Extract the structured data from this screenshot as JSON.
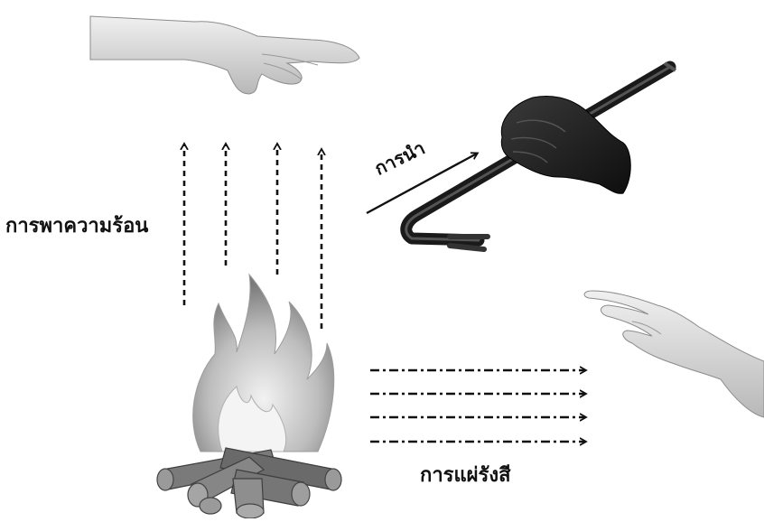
{
  "labels": {
    "convection": "การพาความร้อน",
    "conduction": "การนำ",
    "radiation": "การแผ่รังสี"
  },
  "icons": {
    "top_hand": "hand-icon",
    "gloved_hand": "gloved-hand-icon",
    "crowbar": "crowbar-icon",
    "campfire": "campfire-icon",
    "side_hand": "hand-icon"
  },
  "colors": {
    "arrow": "#111111",
    "flame_light": "#e6e6e6",
    "flame_dark": "#8a8a8a",
    "log": "#6f6f6f",
    "glove": "#1c1c1c",
    "skin": "#d9d9d9"
  }
}
